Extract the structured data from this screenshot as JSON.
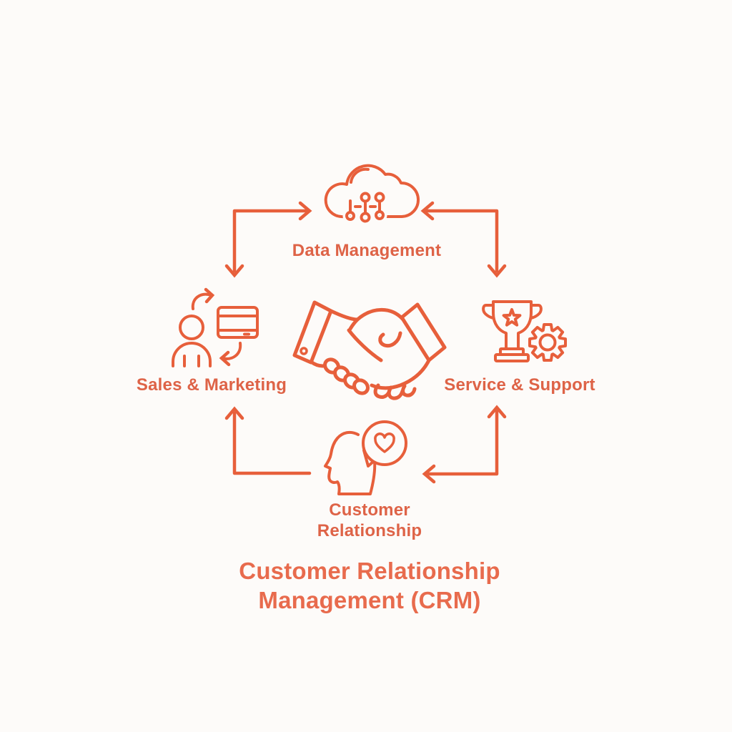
{
  "diagram": {
    "title": "Customer Relationship Management (CRM)",
    "center_icon": "handshake-icon",
    "nodes": [
      {
        "id": "data-management",
        "position": "top",
        "icon": "cloud-data-icon",
        "label": "Data Management"
      },
      {
        "id": "sales-marketing",
        "position": "left",
        "icon": "person-screen-sync-icon",
        "label": "Sales & Marketing"
      },
      {
        "id": "service-support",
        "position": "right",
        "icon": "trophy-gear-icon",
        "label": "Service & Support"
      },
      {
        "id": "customer-relationship",
        "position": "bottom",
        "icon": "head-heart-icon",
        "label": "Customer Relationship"
      }
    ],
    "connectors": [
      {
        "from": "cycle-corner-top-left",
        "arrows": [
          "right-into-top-node",
          "down-into-left-node"
        ]
      },
      {
        "from": "cycle-corner-top-right",
        "arrows": [
          "left-into-top-node",
          "down-into-right-node"
        ]
      },
      {
        "from": "cycle-corner-bottom-left",
        "arrows": [
          "up-into-left-node"
        ]
      },
      {
        "from": "cycle-corner-bottom-right",
        "arrows": [
          "up-into-right-node",
          "left-into-bottom-node"
        ]
      }
    ]
  },
  "colors": {
    "accent": "#E75F3B",
    "label_text": "#DE6347",
    "title_text": "#E86B4D",
    "background": "#FDFBF9"
  }
}
